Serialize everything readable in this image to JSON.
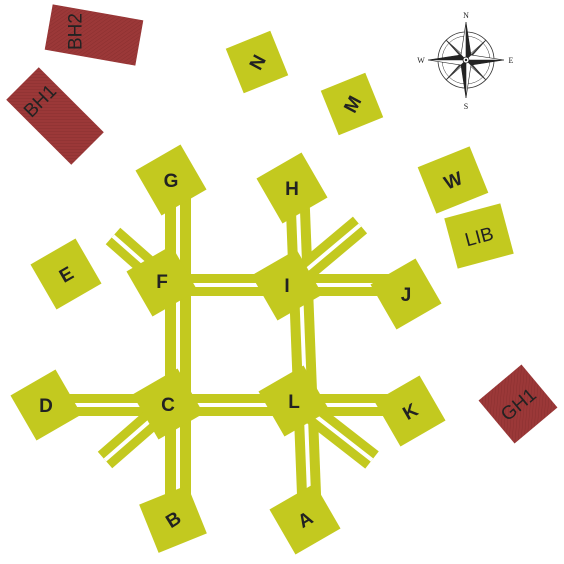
{
  "colors": {
    "building": "#c3c91f",
    "residence": "#9b3838",
    "walkway": "#c3c91f",
    "walkway_line": "#ffffff",
    "label": "#222222",
    "background": "#ffffff"
  },
  "buildings": {
    "A": "A",
    "B": "B",
    "C": "C",
    "D": "D",
    "E": "E",
    "F": "F",
    "G": "G",
    "H": "H",
    "I": "I",
    "J": "J",
    "K": "K",
    "L": "L",
    "M": "M",
    "N": "N",
    "W": "W",
    "LIB": "LIB"
  },
  "residences": {
    "BH1": "BH1",
    "BH2": "BH2",
    "GH1": "GH1"
  },
  "compass": {
    "icon": "compass-rose-icon",
    "n": "N",
    "s": "S",
    "e": "E",
    "w": "W"
  }
}
